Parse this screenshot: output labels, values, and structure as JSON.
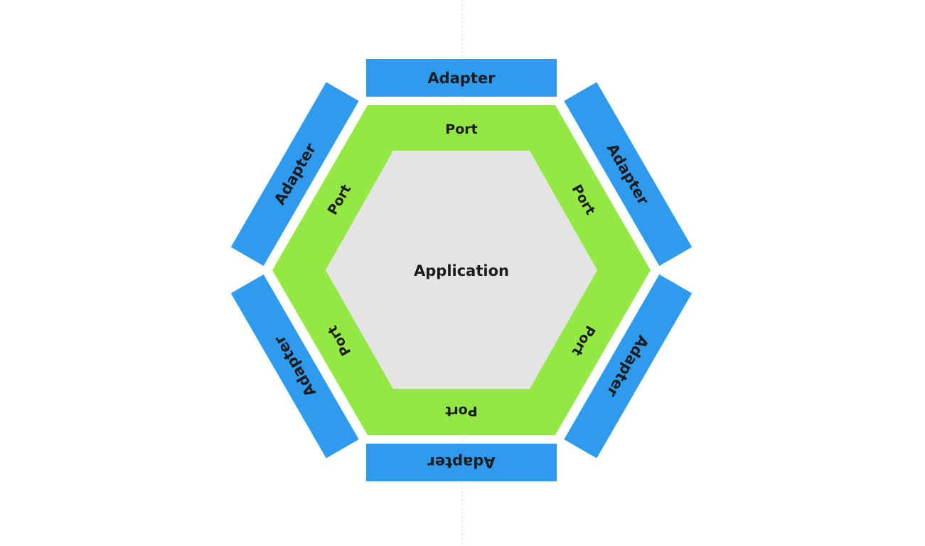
{
  "diagram": {
    "center_label": "Application",
    "port_labels": [
      "Port",
      "Port",
      "Port",
      "Port",
      "Port",
      "Port"
    ],
    "adapter_labels": [
      "Adapter",
      "Adapter",
      "Adapter",
      "Adapter",
      "Adapter",
      "Adapter"
    ]
  },
  "colors": {
    "adapter": "#2f9bef",
    "port": "#94e844",
    "application": "#e4e4e4",
    "guide_line": "#dcdcdc"
  }
}
